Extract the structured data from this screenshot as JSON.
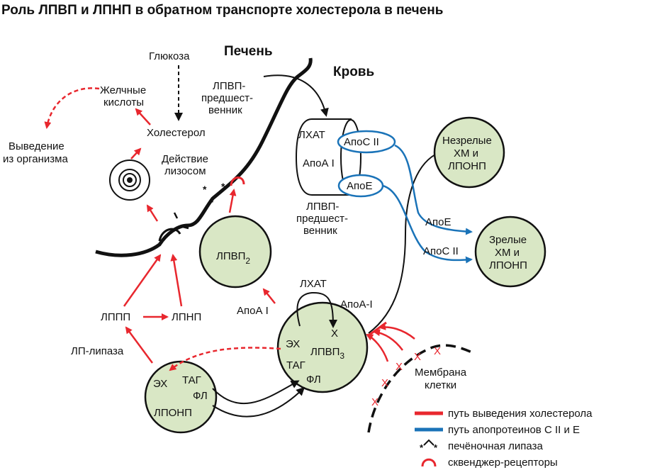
{
  "title": "Роль ЛПВП и ЛПНП в обратном транспорте холестерола в печень",
  "labels": {
    "liver": "Печень",
    "blood": "Кровь",
    "glucose": "Глюкоза",
    "bile_acids_1": "Желчные",
    "bile_acids_2": "кислоты",
    "cholesterol": "Холестерол",
    "excretion_1": "Выведение",
    "excretion_2": "из организма",
    "lysosome_1": "Действие",
    "lysosome_2": "лизосом",
    "hdl_precursor_top_1": "ЛПВП-",
    "hdl_precursor_top_2": "предшест-",
    "hdl_precursor_top_3": "венник",
    "lhat": "ЛХАТ",
    "apoa1": "АпоА I",
    "apoc2": "АпоС II",
    "apoe": "АпоЕ",
    "hdl_precursor_bottom_1": "ЛПВП-",
    "hdl_precursor_bottom_2": "предшест-",
    "hdl_precursor_bottom_3": "венник",
    "immature_1": "Незрелые",
    "immature_2": "ХМ и",
    "immature_3": "ЛПОНП",
    "mature_1": "Зрелые",
    "mature_2": "ХМ и",
    "mature_3": "ЛПОНП",
    "apoe_arrow": "АпоЕ",
    "apoc2_arrow": "АпоС II",
    "hdl2": "ЛПВП",
    "hdl2_sub": "2",
    "hdl3": "ЛПВП",
    "hdl3_sub": "3",
    "lhat2": "ЛХАТ",
    "apoa1_left": "АпоА I",
    "apoa1_right": "АпоА-I",
    "ex_hdl3": "ЭХ",
    "x_hdl3": "X",
    "tag_hdl3": "ТАГ",
    "fl_hdl3": "ФЛ",
    "lppp": "ЛППП",
    "ldl": "ЛПНП",
    "lp_lipase": "ЛП-липаза",
    "vldl_ex": "ЭХ",
    "vldl_tag": "ТАГ",
    "vldl_fl": "ФЛ",
    "vldl": "ЛПОНП",
    "membrane_1": "Мембрана",
    "membrane_2": "клетки",
    "x_mark": "X"
  },
  "legend": [
    {
      "label": "путь выведения холестерола",
      "color": "#e8272e"
    },
    {
      "label": "путь апопротеинов С II и Е",
      "color": "#1a73b8"
    },
    {
      "label": "печёночная липаза",
      "icon": "hepatic-lipase-icon"
    },
    {
      "label": "сквенджер-рецепторы",
      "icon": "scavenger-receptor-icon"
    }
  ],
  "colors": {
    "red": "#e8272e",
    "blue": "#1a73b8",
    "particle_fill": "#d9e7c5"
  }
}
